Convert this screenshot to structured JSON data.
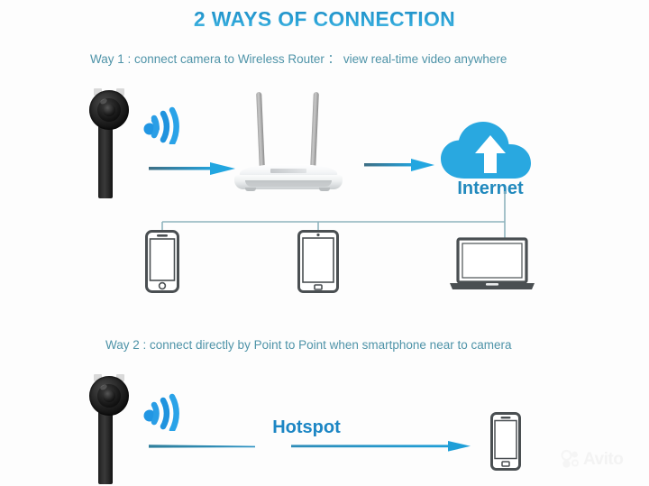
{
  "page": {
    "title": "2 WAYS OF CONNECTION",
    "background_color": "#fdfdfd",
    "accent_color": "#2397cd"
  },
  "way1": {
    "label": "Way 1 : connect camera to Wireless Router ：  view real-time video anywhere",
    "nodes": {
      "camera": "ip-camera-module",
      "wifi_icon": "wifi-signal-icon",
      "router": "wireless-router",
      "cloud": "cloud-icon",
      "cloud_label": "Internet"
    },
    "client_devices": [
      {
        "name": "smartphone",
        "icon": "phone-icon"
      },
      {
        "name": "tablet",
        "icon": "tablet-icon"
      },
      {
        "name": "laptop",
        "icon": "laptop-icon"
      }
    ],
    "arrows": [
      {
        "name": "camera-to-router-arrow",
        "direction": "right"
      },
      {
        "name": "router-to-internet-arrow",
        "direction": "right"
      }
    ]
  },
  "way2": {
    "label": "Way 2 : connect directly by Point to Point when smartphone near to camera",
    "nodes": {
      "camera": "ip-camera-module",
      "wifi_icon": "wifi-signal-icon",
      "phone": "phone-icon"
    },
    "hotspot_label": "Hotspot",
    "arrows": [
      {
        "name": "camera-to-phone-arrow",
        "direction": "right"
      }
    ]
  },
  "watermark": {
    "text": "Avito",
    "logo": "avito-circles-logo"
  },
  "colors": {
    "title_blue": "#2397cd",
    "label_teal": "#4e93a8",
    "cloud_blue": "#29a8e0",
    "wifi_blue": "#2196e3",
    "arrow_head": "#22a6e0",
    "arrow_tail": "#3e6f84",
    "device_gray": "#4a4f52",
    "connector_line": "#8fb3bd",
    "router_white": "#f4f6f7",
    "camera_black": "#1e1e1e"
  }
}
